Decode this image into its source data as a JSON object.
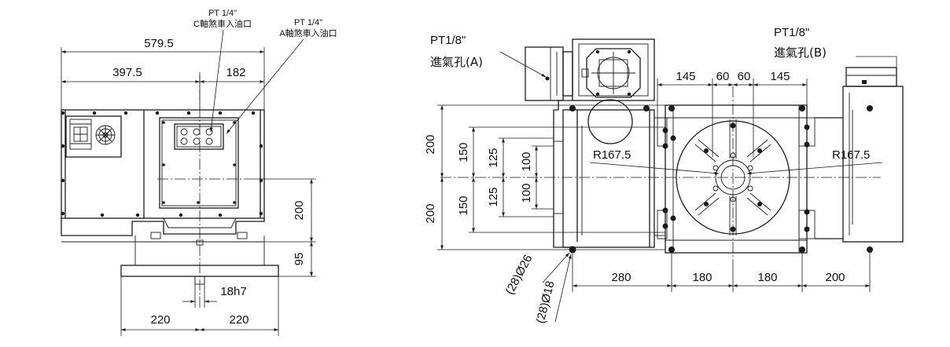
{
  "front_view": {
    "dims": {
      "total_width": "579.5",
      "width_a": "397.5",
      "width_b": "182",
      "height_200": "200",
      "height_95": "95",
      "key_width": "18h7",
      "base_left": "220",
      "base_right": "220"
    },
    "notes": {
      "c_axis_port_size": "PT 1/4\"",
      "c_axis_port_label": "C軸煞車入油口",
      "a_axis_port_size": "PT 1/4\"",
      "a_axis_port_label": "A軸煞車入油口"
    }
  },
  "top_view": {
    "dims": {
      "d145_left": "145",
      "d60_left": "60",
      "d60_right": "60",
      "d145_right": "145",
      "v200_top": "200",
      "v150_top": "150",
      "v125_top": "125",
      "v100_top": "100",
      "v100_bottom": "100",
      "v125_bottom": "125",
      "v150_bottom": "150",
      "v200_bottom": "200",
      "radius_left": "R167.5",
      "radius_right": "R167.5",
      "h280": "280",
      "h180_a": "180",
      "h180_b": "180",
      "h200": "200",
      "hole_26": "(28)Ø26",
      "hole_18": "(28)Ø18"
    },
    "notes": {
      "air_in_a_size": "PT1/8\"",
      "air_in_a_label": "進氣孔(A)",
      "air_in_b_size": "PT1/8\"",
      "air_in_b_label": "進氣孔(B)"
    }
  }
}
